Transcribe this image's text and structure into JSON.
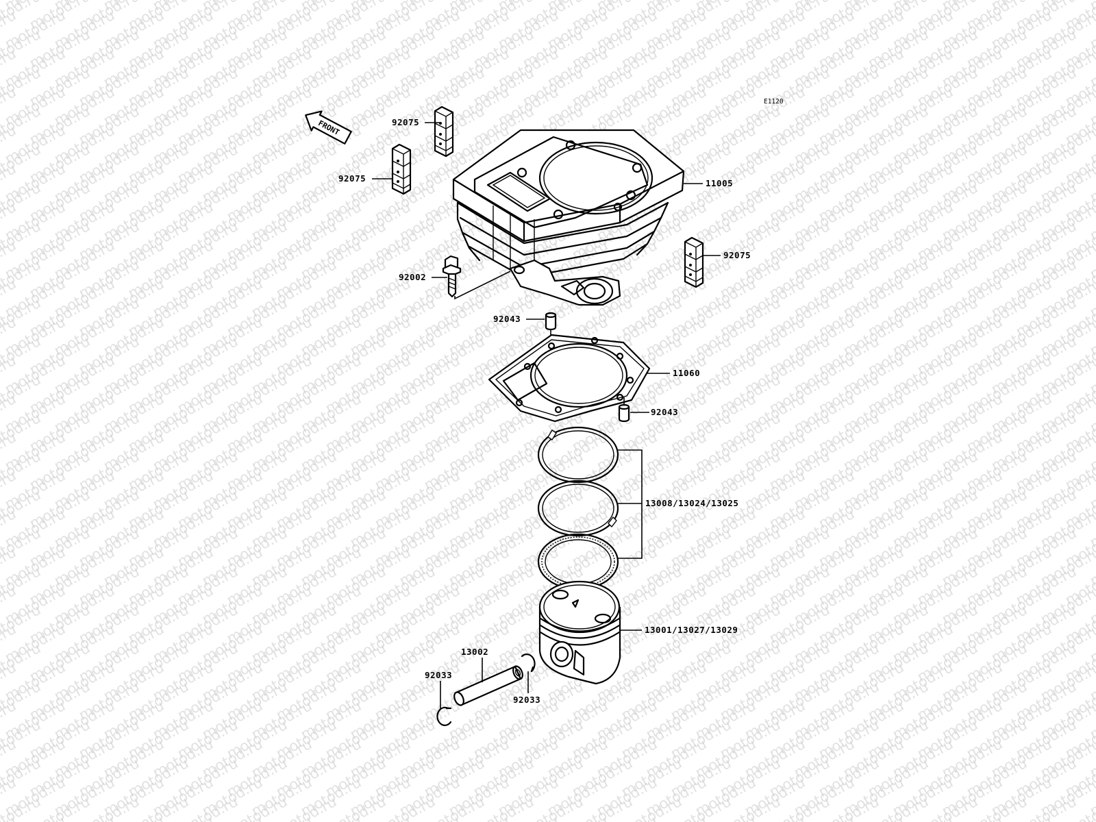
{
  "watermark": "motod.ru",
  "diagram_code": "E1120",
  "front_label": "FRONT",
  "callouts": {
    "clip_top": "92075",
    "clip_left": "92075",
    "clip_right": "92075",
    "cylinder": "11005",
    "bolt": "92002",
    "dowel_top": "92043",
    "gasket": "11060",
    "dowel_bottom": "92043",
    "rings": "13008/13024/13025",
    "piston": "13001/13027/13029",
    "piston_pin": "13002",
    "circlip_left": "92033",
    "circlip_right": "92033"
  }
}
